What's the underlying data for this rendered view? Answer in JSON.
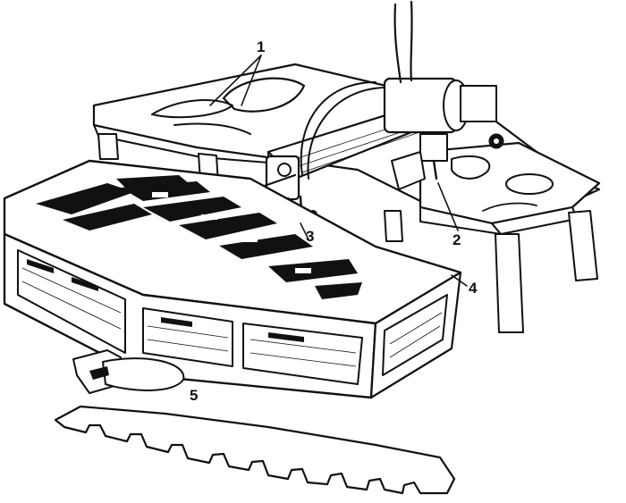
{
  "figure": {
    "callouts": [
      {
        "id": "template-rail",
        "text": "1"
      },
      {
        "id": "copying-head",
        "text": "2"
      },
      {
        "id": "cutting-torch",
        "text": "3"
      },
      {
        "id": "cutting-table",
        "text": "4"
      },
      {
        "id": "cut-parts",
        "text": "5"
      }
    ]
  },
  "colors": {
    "ink": "#111111",
    "paper": "#ffffff"
  }
}
